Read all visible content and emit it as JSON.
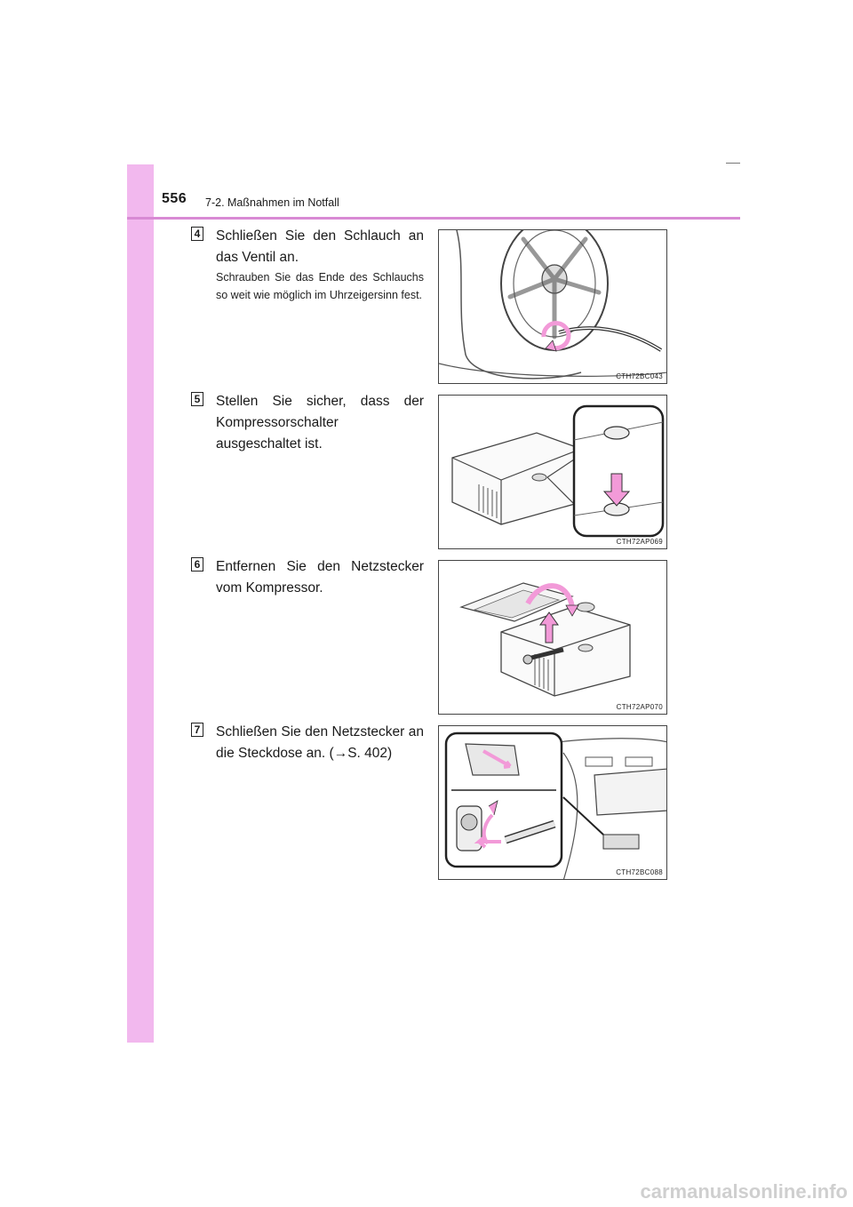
{
  "header": {
    "page_number": "556",
    "section_title": "7-2. Maßnahmen im Notfall"
  },
  "steps": [
    {
      "number": "4",
      "title": "Schließen Sie den Schlauch an das Ventil an.",
      "note": "Schrauben Sie das Ende des Schlauchs so weit wie möglich im Uhrzeigersinn fest.",
      "figure_code": "CTH72BC043",
      "figure_icon": "tire-valve-hose-illustration"
    },
    {
      "number": "5",
      "title": "Stellen Sie sicher, dass der Kompressorschalter ausgeschaltet ist.",
      "figure_code": "CTH72AP069",
      "figure_icon": "compressor-switch-illustration"
    },
    {
      "number": "6",
      "title": "Entfernen Sie den Netzstecker vom Kompressor.",
      "figure_code": "CTH72AP070",
      "figure_icon": "compressor-plug-illustration"
    },
    {
      "number": "7",
      "title": "Schließen Sie den Netzstecker an die Steckdose an. (→S. 402)",
      "figure_code": "CTH72BC088",
      "figure_icon": "power-outlet-illustration"
    }
  ],
  "watermark": "carmanualsonline.info",
  "colors": {
    "accent_pink": "#f2b8ee",
    "rule_pink": "#d88ad4",
    "arrow_pink": "#f29ad8"
  }
}
